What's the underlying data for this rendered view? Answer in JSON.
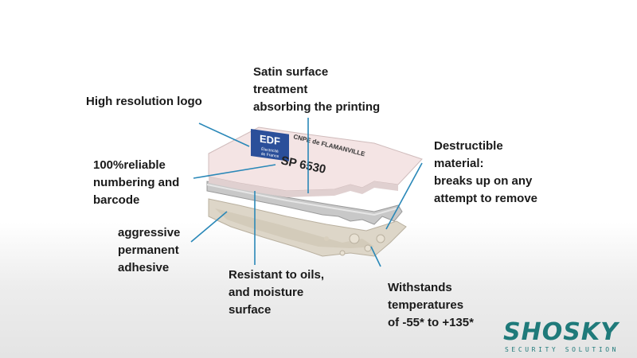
{
  "labels": {
    "satin": "Satin surface\ntreatment\nabsorbing the printing",
    "logo_res": "High resolution logo",
    "numbering": "100%reliable\nnumbering and\nbarcode",
    "destructible": "Destructible\nmaterial:\nbreaks up on any\nattempt to remove",
    "adhesive": "aggressive\npermanent\nadhesive",
    "resistant": "Resistant to oils,\nand moisture\nsurface",
    "temperatures": "Withstands\ntemperatures\nof -55* to +135*"
  },
  "label_print": {
    "edf": "EDF",
    "edf_sub": "Électricité\nde France",
    "site": "CNPE de FLAMANVILLE",
    "serial": "SP 6530"
  },
  "brand": {
    "word": "SHOSKY",
    "tagline": "SECURITY SOLUTION"
  },
  "colors": {
    "brand": "#1f7a7a",
    "edf_blue": "#2b4f9a",
    "label_face": "#f4e4e4",
    "leader_line": "#2a88b8"
  }
}
